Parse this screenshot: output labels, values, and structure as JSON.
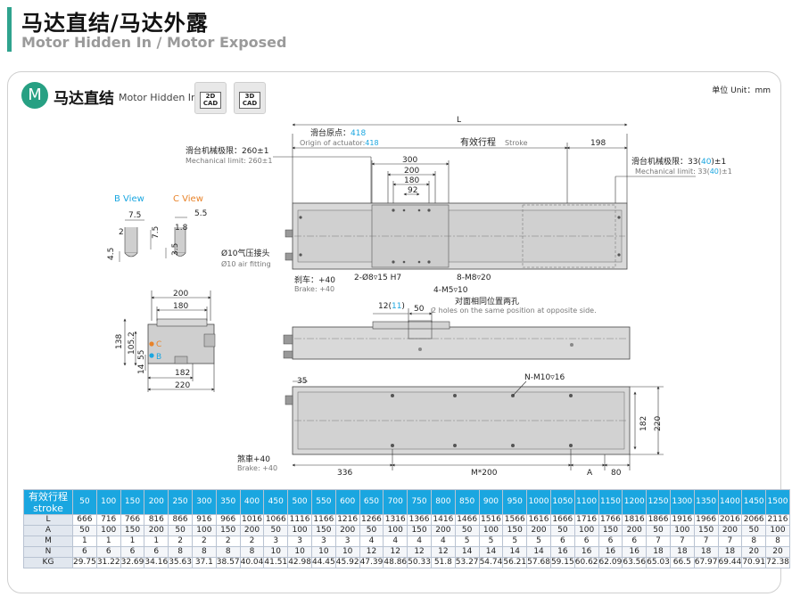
{
  "header": {
    "title": "马达直结/马达外露",
    "subtitle": "Motor Hidden In / Motor Exposed"
  },
  "section": {
    "badge": "M",
    "title": "马达直结",
    "subtitle": "Motor Hidden In",
    "cad": [
      {
        "l1": "2D",
        "l2": "CAD"
      },
      {
        "l1": "3D",
        "l2": "CAD"
      }
    ],
    "unit": "单位 Unit：mm"
  },
  "drawing": {
    "L": "L",
    "origin_cn": "滑台原点：",
    "origin_val": "418",
    "origin_en": "Origin of actuator:",
    "origin_en_val": "418",
    "stroke_cn": "有效行程",
    "stroke_en": "Stroke",
    "d198": "198",
    "mech_left_cn": "滑台机械极限：260±1",
    "mech_left_en": "Mechanical limit: 260±1",
    "mech_right_cn_a": "滑台机械极限：33(",
    "mech_right_val": "40",
    "mech_right_cn_b": ")±1",
    "mech_right_en_a": "Mechanical limit: 33(",
    "mech_right_en_b": ")±1",
    "d300": "300",
    "d200": "200",
    "d180": "180",
    "d92": "92",
    "b_view": "B View",
    "c_view": "C View",
    "d7_5": "7.5",
    "d5_5": "5.5",
    "d2": "2",
    "d7_5v": "7.5",
    "d4_5": "4.5",
    "d1_8": "1.8",
    "d3_5": "3.5",
    "fitting_cn": "Ø10气压接头",
    "fitting_en": "Ø10 air fitting",
    "brake1_cn": "刹车：+40",
    "brake1_en": "Brake: +40",
    "hole1": "2-Ø8▿15 H7",
    "hole2": "8-M8▿20",
    "hole3": "4-M5▿10",
    "opp_cn": "对面相同位置两孔",
    "opp_en": "2 holes on the same position at opposite side.",
    "d12a": "12(",
    "d11": "11",
    "d12b": ")",
    "d50": "50",
    "e200": "200",
    "e180": "180",
    "e138": "138",
    "e105": "105.2",
    "e55": "55",
    "e14": "14",
    "e182": "182",
    "e220": "220",
    "c_mark": "C",
    "b_mark": "B",
    "d35": "35",
    "nm10": "N-M10▿16",
    "brake2_cn": "煞車+40",
    "brake2_en": "Brake: +40",
    "d336": "336",
    "dm200": "M*200",
    "dA": "A",
    "d80": "80",
    "v182": "182",
    "v220": "220"
  },
  "table": {
    "header_cn": "有效行程",
    "header_en": "stroke",
    "strokes": [
      "50",
      "100",
      "150",
      "200",
      "250",
      "300",
      "350",
      "400",
      "450",
      "500",
      "550",
      "600",
      "650",
      "700",
      "750",
      "800",
      "850",
      "900",
      "950",
      "1000",
      "1050",
      "1100",
      "1150",
      "1200",
      "1250",
      "1300",
      "1350",
      "1400",
      "1450",
      "1500"
    ],
    "rows": [
      {
        "label": "L",
        "values": [
          "666",
          "716",
          "766",
          "816",
          "866",
          "916",
          "966",
          "1016",
          "1066",
          "1116",
          "1166",
          "1216",
          "1266",
          "1316",
          "1366",
          "1416",
          "1466",
          "1516",
          "1566",
          "1616",
          "1666",
          "1716",
          "1766",
          "1816",
          "1866",
          "1916",
          "1966",
          "2016",
          "2066",
          "2116"
        ]
      },
      {
        "label": "A",
        "values": [
          "50",
          "100",
          "150",
          "200",
          "50",
          "100",
          "150",
          "200",
          "50",
          "100",
          "150",
          "200",
          "50",
          "100",
          "150",
          "200",
          "50",
          "100",
          "150",
          "200",
          "50",
          "100",
          "150",
          "200",
          "50",
          "100",
          "150",
          "200",
          "50",
          "100"
        ]
      },
      {
        "label": "M",
        "values": [
          "1",
          "1",
          "1",
          "1",
          "2",
          "2",
          "2",
          "2",
          "3",
          "3",
          "3",
          "3",
          "4",
          "4",
          "4",
          "4",
          "5",
          "5",
          "5",
          "5",
          "6",
          "6",
          "6",
          "6",
          "7",
          "7",
          "7",
          "7",
          "8",
          "8"
        ]
      },
      {
        "label": "N",
        "values": [
          "6",
          "6",
          "6",
          "6",
          "8",
          "8",
          "8",
          "8",
          "10",
          "10",
          "10",
          "10",
          "12",
          "12",
          "12",
          "12",
          "14",
          "14",
          "14",
          "14",
          "16",
          "16",
          "16",
          "16",
          "18",
          "18",
          "18",
          "18",
          "20",
          "20"
        ]
      },
      {
        "label": "KG",
        "values": [
          "29.75",
          "31.22",
          "32.69",
          "34.16",
          "35.63",
          "37.1",
          "38.57",
          "40.04",
          "41.51",
          "42.98",
          "44.45",
          "45.92",
          "47.39",
          "48.86",
          "50.33",
          "51.8",
          "53.27",
          "54.74",
          "56.21",
          "57.68",
          "59.15",
          "60.62",
          "62.09",
          "63.56",
          "65.03",
          "66.5",
          "67.97",
          "69.44",
          "70.91",
          "72.38"
        ]
      }
    ]
  },
  "colors": {
    "accent": "#27a083",
    "table_head": "#1aa6e0",
    "cyan": "#1aa6e0",
    "orange": "#e8832a"
  }
}
